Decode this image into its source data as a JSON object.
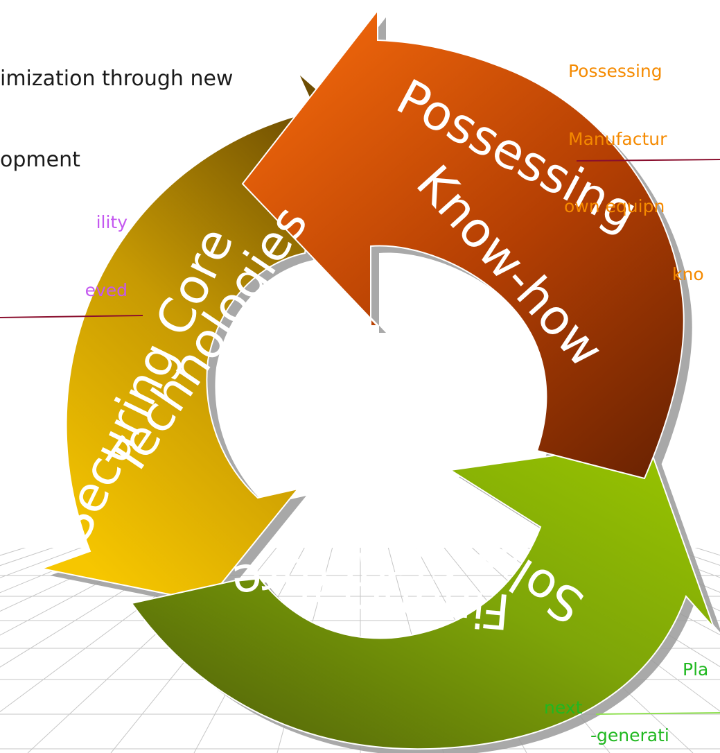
{
  "cycle": {
    "segments": [
      {
        "id": "know-how",
        "lines": [
          "Possessing",
          "Know-how"
        ],
        "colors": {
          "light": "#f56a0c",
          "dark": "#6e2402"
        }
      },
      {
        "id": "financial",
        "lines": [
          "Solid",
          "Financial",
          "Structure"
        ],
        "colors": {
          "light": "#9ac700",
          "dark": "#566809"
        }
      },
      {
        "id": "core-tech",
        "lines": [
          "Securing Core",
          "Technologies"
        ],
        "colors": {
          "light": "#f6c600",
          "dark": "#6d4d02"
        }
      }
    ]
  },
  "callouts": {
    "top_left": {
      "lines": [
        "imization through new",
        "opment"
      ],
      "color": "#1a1a1a"
    },
    "left_purple": {
      "lines": [
        "ility",
        "eved"
      ],
      "color": "#c458f0"
    },
    "top_right": {
      "lines": [
        "Possessing",
        "Manufactur",
        "own equipn",
        "kno"
      ],
      "color": "#f58a00"
    },
    "bottom_right": {
      "lines": [
        "Pla",
        "next",
        "-generati"
      ],
      "color": "#20b820"
    }
  },
  "colors": {
    "leader_dark_red": "#8a0f2e",
    "leader_green": "#8fe050",
    "grid": "#c6c6c6",
    "shadow": "#9a9a9a"
  }
}
